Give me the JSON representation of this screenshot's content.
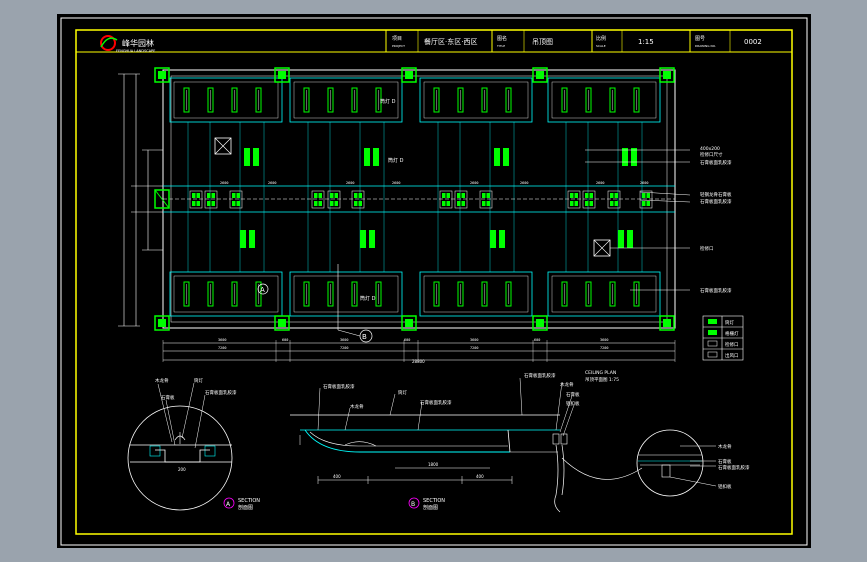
{
  "title_block": {
    "company": "峰华园林",
    "company_sub": "FENGHUA LANDSCAPE",
    "project_label": "项目",
    "project_label_en": "PROJECT",
    "project_value": "餐厅区·东区·西区",
    "drawing_label": "图名",
    "drawing_label_en": "TITLE",
    "drawing_value": "吊顶图",
    "scale_label": "比例",
    "scale_label_en": "SCALE",
    "scale_value": "1:15",
    "number_label": "图号",
    "number_label_en": "DRAWING NO.",
    "number_value": "0002"
  },
  "plan": {
    "callouts": [
      "400x200",
      "检修口尺寸",
      "石膏板面乳胶漆",
      "轻钢龙骨石膏板",
      "石膏板面乳胶漆",
      "检修口",
      "石膏板面乳胶漆"
    ],
    "dim_labels_top": [
      "2600",
      "2600",
      "2600",
      "2600",
      "2600",
      "2600",
      "2600",
      "2600"
    ],
    "dim_labels_bottom_row1": [
      "3600",
      "600",
      "3600",
      "600",
      "3600",
      "600",
      "3600"
    ],
    "dim_labels_bottom_row2": [
      "7200",
      "7200",
      "7200",
      "7200"
    ],
    "dim_total": "28800",
    "lamp_labels": [
      "筒灯 D",
      "筒灯 D",
      "筒灯 D"
    ],
    "marker_a": "A",
    "marker_b": "B"
  },
  "legend": {
    "rows": [
      "筒灯",
      "格栅灯",
      "检修口",
      "出风口"
    ]
  },
  "section_a": {
    "marker": "A",
    "title": "SECTION",
    "subtitle": "剖面图",
    "labels": [
      "木龙骨",
      "石膏板",
      "筒灯",
      "石膏板面乳胶漆"
    ],
    "dim": "200"
  },
  "section_b": {
    "marker": "B",
    "title": "SECTION",
    "subtitle": "剖面图",
    "labels": [
      "石膏板面乳胶漆",
      "木龙骨",
      "筒灯",
      "石膏板面乳胶漆",
      "石膏板面乳胶漆",
      "木龙骨",
      "石膏板",
      "铝扣板"
    ],
    "dims": [
      "400",
      "1800",
      "400"
    ],
    "plan_note_en": "CEILING PLAN",
    "plan_note": "吊顶平面图 1:75"
  },
  "detail_c": {
    "labels": [
      "木龙骨",
      "石膏板",
      "石膏板面乳胶漆",
      "铝扣板"
    ]
  },
  "colors": {
    "background": "#9aa3ad",
    "sheet": "#000000",
    "border": "#ffffff",
    "title_block": "#ffff00",
    "fixture": "#00ff00",
    "grid": "#00ffff",
    "dimension": "#ffffff",
    "red": "#ff0000",
    "magenta": "#ff00ff"
  }
}
